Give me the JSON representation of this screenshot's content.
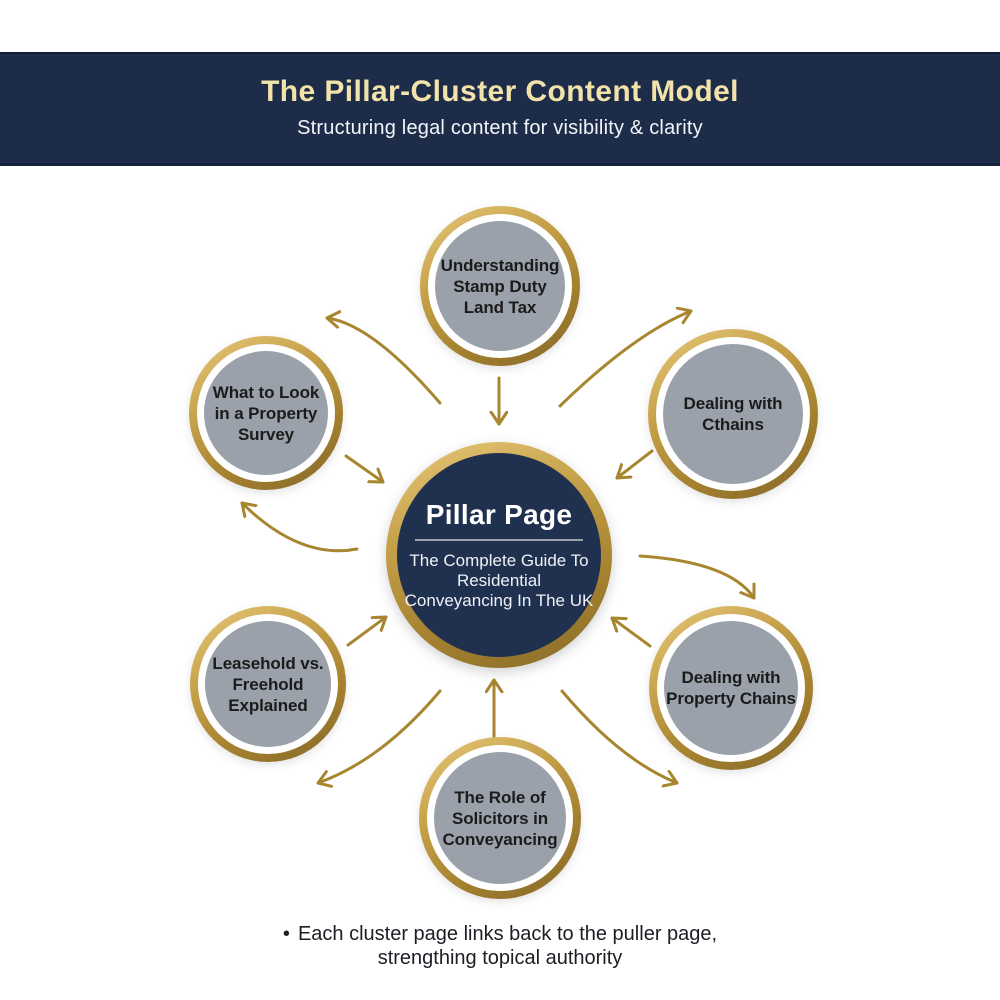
{
  "header": {
    "title": "The Pillar-Cluster Content Model",
    "subtitle": "Structuring legal content for visibility & clarity"
  },
  "pillar": {
    "title": "Pillar Page",
    "subtitle_lines": [
      "The Complete Guide To",
      "Residential",
      "Conveyancing In The UK"
    ]
  },
  "clusters": [
    {
      "id": "top",
      "lines": [
        "Understanding",
        "Stamp Duty",
        "Land Tax"
      ]
    },
    {
      "id": "top-left",
      "lines": [
        "What to Look",
        "in a Property",
        "Survey"
      ]
    },
    {
      "id": "top-right",
      "lines": [
        "Dealing with",
        "Cthains"
      ]
    },
    {
      "id": "bottom-left",
      "lines": [
        "Leasehold vs.",
        "Freehold",
        "Explained"
      ]
    },
    {
      "id": "bottom-right",
      "lines": [
        "Dealing with",
        "Property Chains"
      ]
    },
    {
      "id": "bottom",
      "lines": [
        "The Role of",
        "Solicitors in",
        "Conveyancing"
      ]
    }
  ],
  "footer": {
    "bullet": "•",
    "line1": "Each cluster page links back to the puller page,",
    "line2": "strengthing topical authority"
  },
  "colors": {
    "banner-navy": "#1d2c48",
    "pillar-navy": "#203150",
    "circle-gray": "#9aa1ab",
    "arrow-gold": "#a8852f",
    "title-gold": "#f2e3ab",
    "text-dark": "#1b1b1b",
    "text-light": "#ffffff"
  }
}
